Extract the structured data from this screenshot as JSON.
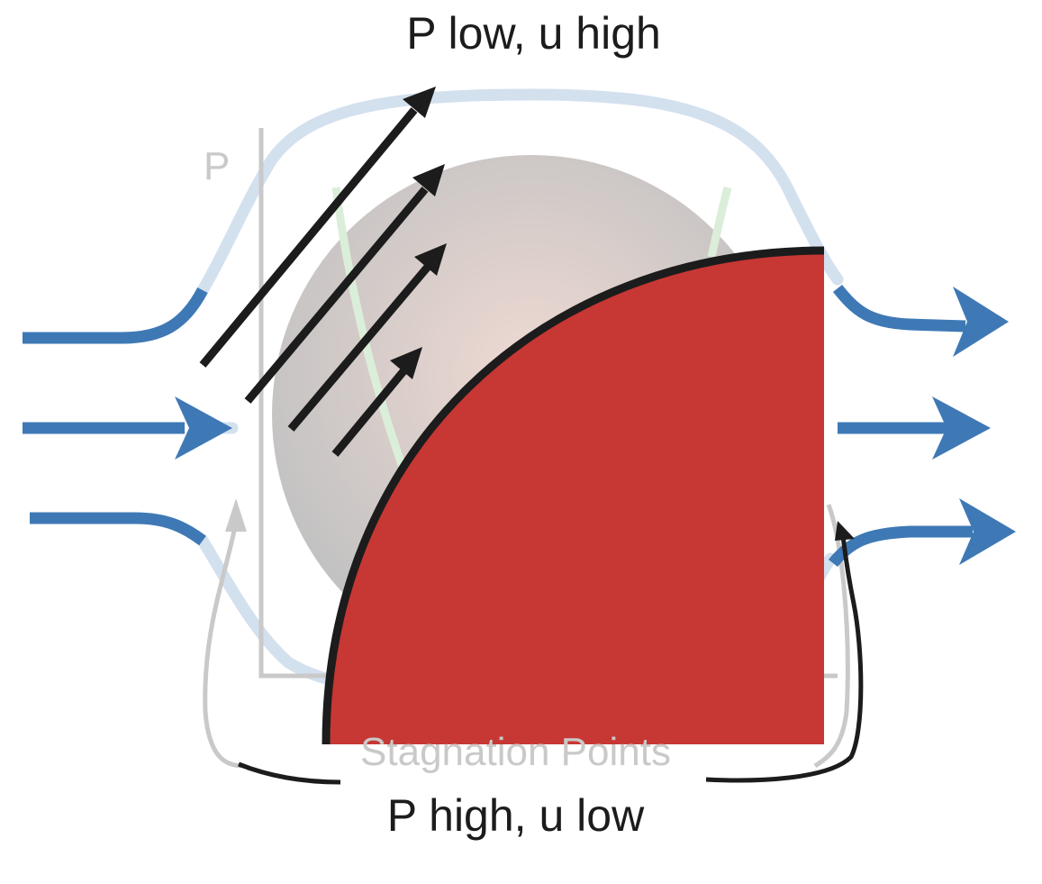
{
  "labels": {
    "top": "P low, u high",
    "bottom": "P high, u low",
    "stagnation": "Stagnation Points",
    "pressure_axis": "P"
  },
  "colors": {
    "flow_strong": "#3e79b5",
    "flow_faded": "#d3e0ee",
    "sphere_rim": "#c2c2c2",
    "sphere_center": "#efd9d2",
    "axes": "#c9c9c9",
    "pressure_curve": "#dbeed9",
    "velocity_arrows": "#1c1c1c",
    "occluder": "#c73734",
    "occluder_edge": "#1c1c1c",
    "background": "#ffffff"
  },
  "icons": {
    "flow_arrow": "arrow-right-icon",
    "velocity_arrow": "arrow-up-right-icon"
  }
}
